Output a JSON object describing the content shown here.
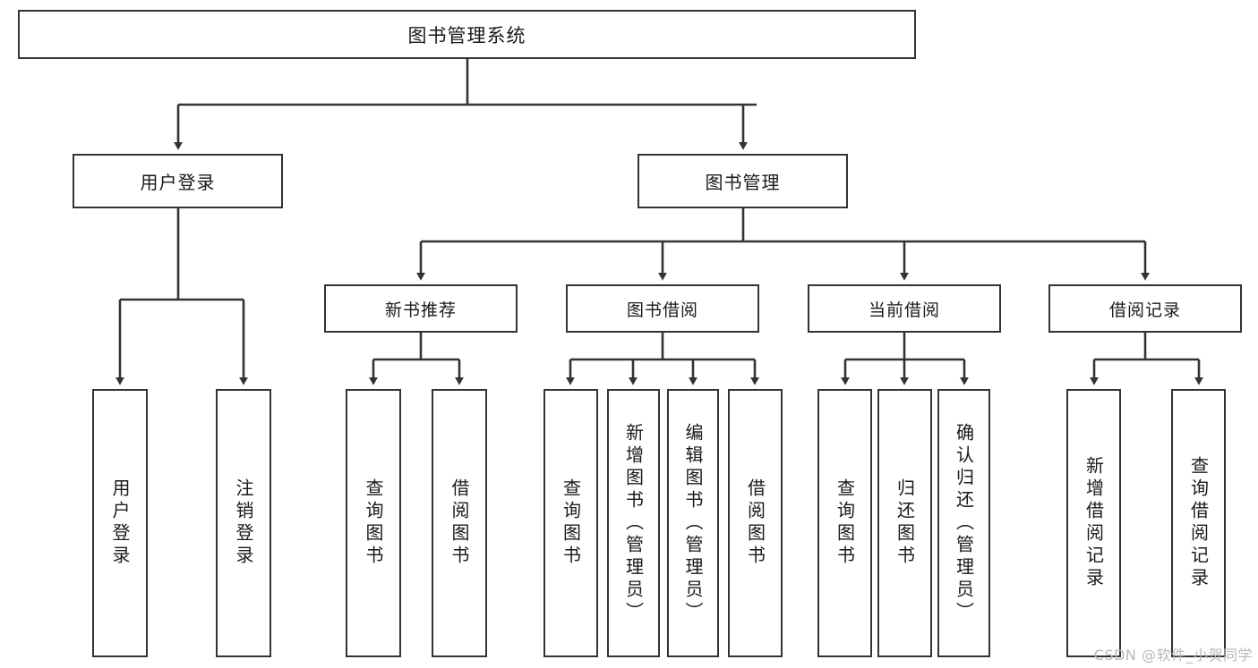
{
  "diagram": {
    "title": "图书管理系统",
    "type": "hierarchy-tree",
    "watermark": "CSDN @软件_小贺同学",
    "colors": {
      "box_border": "#333333",
      "box_fill": "#ffffff",
      "connector": "#333333",
      "text": "#1a1a1a",
      "watermark": "#b9b9b9",
      "background": "#ffffff"
    },
    "levels": 3,
    "root": {
      "label": "图书管理系统"
    },
    "level1": [
      {
        "label": "用户登录"
      },
      {
        "label": "图书管理"
      }
    ],
    "level2": [
      {
        "label": "新书推荐"
      },
      {
        "label": "图书借阅"
      },
      {
        "label": "当前借阅"
      },
      {
        "label": "借阅记录"
      }
    ],
    "leaves": {
      "user_login": [
        {
          "label": "用户登录"
        },
        {
          "label": "注销登录"
        }
      ],
      "new_book": [
        {
          "label": "查询图书"
        },
        {
          "label": "借阅图书"
        }
      ],
      "book_borrow": [
        {
          "label": "查询图书"
        },
        {
          "label": "新增图书（管理员）"
        },
        {
          "label": "编辑图书（管理员）"
        },
        {
          "label": "借阅图书"
        }
      ],
      "current_borrow": [
        {
          "label": "查询图书"
        },
        {
          "label": "归还图书"
        },
        {
          "label": "确认归还（管理员）"
        }
      ],
      "borrow_record": [
        {
          "label": "新增借阅记录"
        },
        {
          "label": "查询借阅记录"
        }
      ]
    }
  }
}
